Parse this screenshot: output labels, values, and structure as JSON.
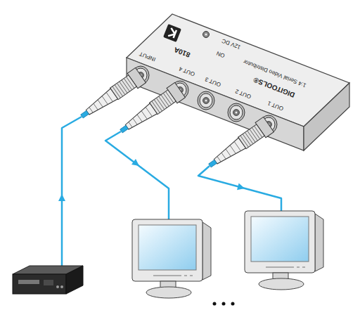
{
  "diagram": {
    "labels": [
      "810A",
      "12V DC",
      "ON",
      "1:4 Serial Video Distributor",
      "DIGITOOLS®",
      "INPUT",
      "OUT 4",
      "OUT 3",
      "OUT 2",
      "OUT 1"
    ]
  }
}
